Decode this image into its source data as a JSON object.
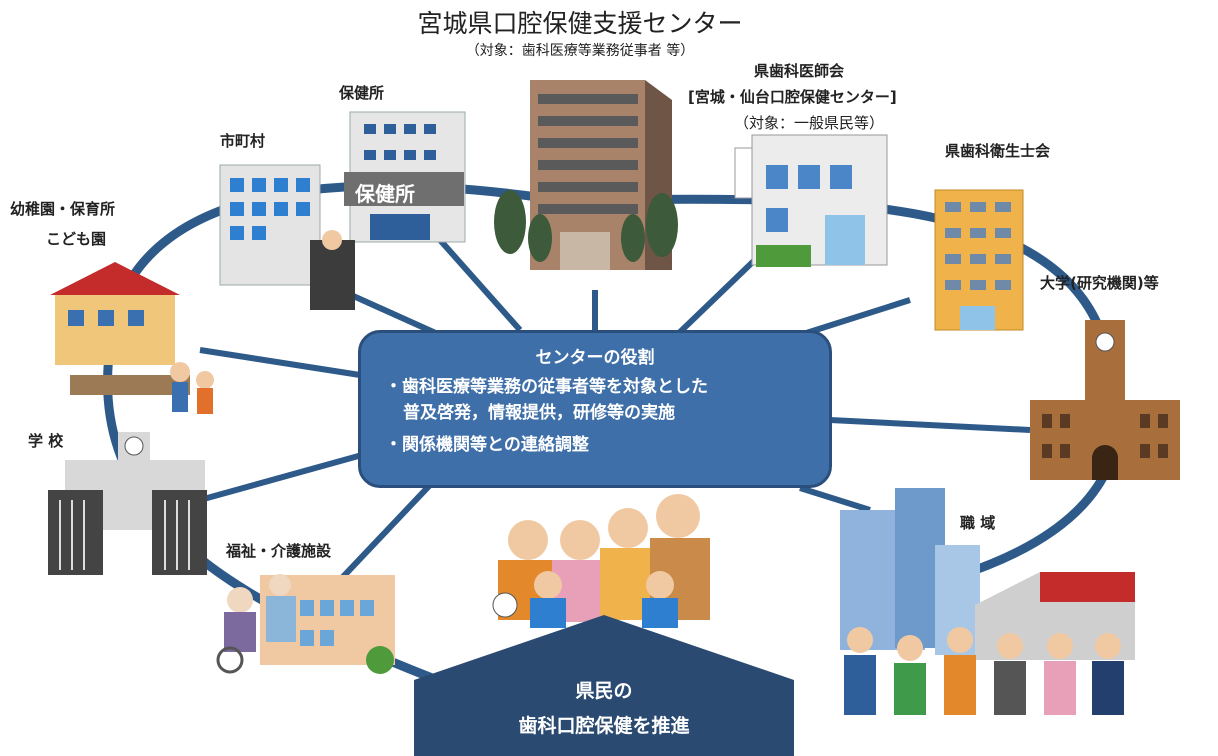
{
  "title": "宮城県口腔保健支援センター",
  "subtitle": "（対象：歯科医療等業務従事者 等）",
  "center": {
    "heading": "センターの役割",
    "items": [
      {
        "line1": "・歯科医療等業務の従事者等を対象とした",
        "line2": "普及啓発，情報提供，研修等の実施"
      },
      {
        "line1": "・関係機関等との連絡調整",
        "line2": ""
      }
    ]
  },
  "bottom": {
    "line1": "県民の",
    "line2": "歯科口腔保健を推進"
  },
  "nodes": {
    "hokenjo": "保健所",
    "shichoson": "市町村",
    "yochien_line1": "幼稚園・保育所",
    "yochien_line2": "こども園",
    "gakko": "学 校",
    "fukushi": "福祉・介護施設",
    "shika_ishikai": "県歯科医師会",
    "shika_ishikai_sub": "[宮城・仙台口腔保健センター]",
    "shika_ishikai_target": "（対象：一般県民等）",
    "eiseishi": "県歯科衛生士会",
    "daigaku": "大学(研究機関)等",
    "shokuiki": "職 域",
    "hokenjo_sign": "保健所"
  },
  "colors": {
    "ring": "#2e5a8a",
    "center_fill": "#3f6fa8",
    "bottom_fill": "#2b4a72"
  }
}
